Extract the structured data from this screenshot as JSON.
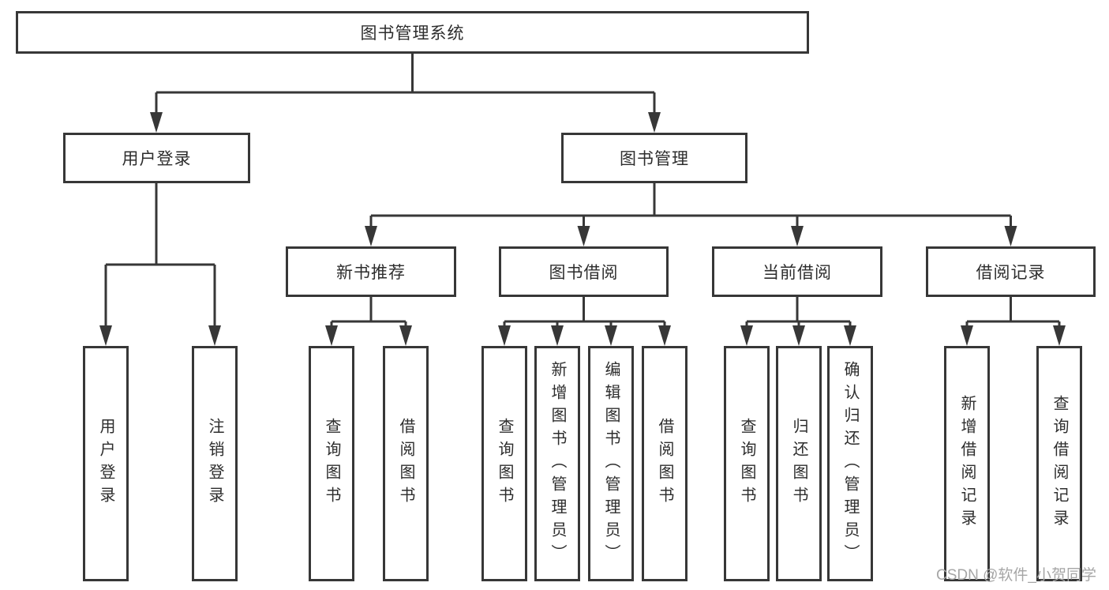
{
  "nodes": {
    "root": {
      "label": "图书管理系统"
    },
    "user_login": {
      "label": "用户登录"
    },
    "book_management": {
      "label": "图书管理"
    },
    "new_book": {
      "label": "新书推荐"
    },
    "book_borrow": {
      "label": "图书借阅"
    },
    "current_borrow": {
      "label": "当前借阅"
    },
    "borrow_record": {
      "label": "借阅记录"
    },
    "leaves": {
      "login": {
        "label": "用户登录"
      },
      "logout": {
        "label": "注销登录"
      },
      "nb_query": {
        "label": "查询图书"
      },
      "nb_borrow": {
        "label": "借阅图书"
      },
      "bb_query": {
        "label": "查询图书"
      },
      "bb_add": {
        "label": "新增图书（管理员）"
      },
      "bb_edit": {
        "label": "编辑图书（管理员）"
      },
      "bb_borrow": {
        "label": "借阅图书"
      },
      "cb_query": {
        "label": "查询图书"
      },
      "cb_return": {
        "label": "归还图书"
      },
      "cb_confirm": {
        "label": "确认归还（管理员）"
      },
      "br_add": {
        "label": "新增借阅记录"
      },
      "br_query": {
        "label": "查询借阅记录"
      }
    }
  },
  "watermark": {
    "text": "CSDN @软件_小贺同学"
  },
  "colors": {
    "line": "#373737",
    "box_background": "#ffffff",
    "text": "#2d2d2d",
    "watermark": "#a6a6a6"
  }
}
